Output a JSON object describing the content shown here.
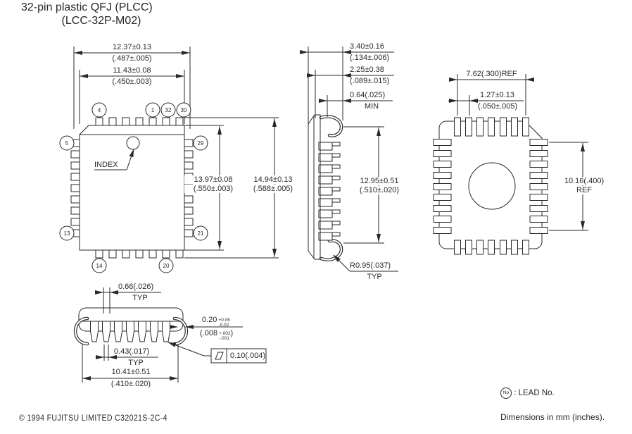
{
  "title": {
    "line1": "32-pin plastic QFJ (PLCC)",
    "line2": "(LCC-32P-M02)"
  },
  "top_view": {
    "index_label": "INDEX",
    "lead_labels": {
      "n4": "4",
      "n1": "1",
      "n32": "32",
      "n30": "30",
      "n5": "5",
      "n29": "29",
      "n13": "13",
      "n21": "21",
      "n14": "14",
      "n20": "20"
    },
    "dim_width_outer": {
      "mm": "12.37±0.13",
      "in": "(.487±.005)"
    },
    "dim_width_body": {
      "mm": "11.43±0.08",
      "in": "(.450±.003)"
    },
    "dim_height_body": {
      "mm": "13.97±0.08",
      "in": "(.550±.003)"
    },
    "dim_height_outer": {
      "mm": "14.94±0.13",
      "in": "(.588±.005)"
    }
  },
  "side_view": {
    "dim_thickness": {
      "mm": "3.40±0.16",
      "in": "(.134±.006)"
    },
    "dim_standoff": {
      "mm": "2.25±0.38",
      "in": "(.089±.015)"
    },
    "dim_clearance": {
      "mm": "0.64(.025)",
      "note": "MIN"
    },
    "dim_lead_span": {
      "mm": "12.95±0.51",
      "in": "(.510±.020)"
    },
    "dim_radius": {
      "mm": "R0.95(.037)",
      "note": "TYP"
    }
  },
  "bottom_view": {
    "dim_ref_width": {
      "mm": "7.62(.300)REF"
    },
    "dim_pitch": {
      "mm": "1.27±0.13",
      "in": "(.050±.005)"
    },
    "dim_ref_height": {
      "mm": "10.16(.400)",
      "note": "REF"
    }
  },
  "front_view": {
    "dim_lead_width": {
      "mm": "0.66(.026)",
      "note": "TYP"
    },
    "dim_lead_tip_width": {
      "mm": "0.43(.017)",
      "note": "TYP"
    },
    "dim_lead_span": {
      "mm": "10.41±0.51",
      "in": "(.410±.020)"
    },
    "dim_lead_thickness": {
      "mm": "0.20",
      "mm_plus": "+0.05",
      "mm_minus": "-0.02",
      "in_open": "(.008",
      "in_plus": "+.002",
      "in_minus": "-.001",
      "in_close": ")"
    },
    "flatness": {
      "value": "0.10(.004)"
    }
  },
  "legend": {
    "lead_symbol": "No",
    "lead_text": " : LEAD No.",
    "units": "Dimensions in mm (inches)."
  },
  "footer": {
    "copyright": "© 1994 FUJITSU LIMITED  C32021S-2C-4"
  }
}
